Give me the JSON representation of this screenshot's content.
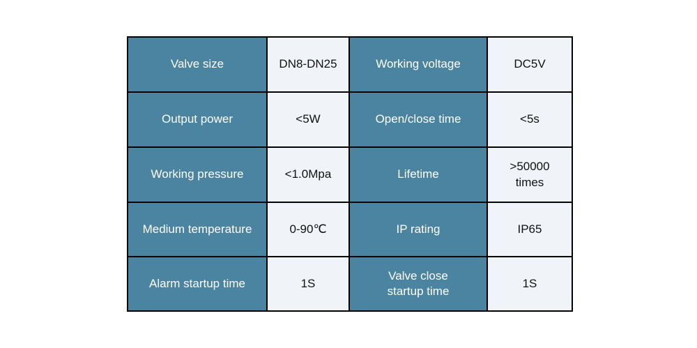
{
  "page": {
    "background_color": "#ffffff",
    "description": "Product specification table for an electric valve"
  },
  "table": {
    "colors": {
      "label_cell_background": "#4a84a0",
      "label_cell_text": "#ffffff",
      "value_cell_background": "#f0f4f8",
      "value_cell_text": "#111111",
      "border": "#000000"
    },
    "rows": [
      [
        "Valve size",
        "DN8-DN25",
        "Working voltage",
        "DC5V"
      ],
      [
        "Output power",
        "<5W",
        "Open/close time",
        "<5s"
      ],
      [
        "Working pressure",
        "<1.0Mpa",
        "Lifetime",
        ">50000\ntimes"
      ],
      [
        "Medium temperature",
        "0-90℃",
        "IP rating",
        "IP65"
      ],
      [
        "Alarm startup time",
        "1S",
        "Valve close\nstartup time",
        "1S"
      ]
    ]
  }
}
